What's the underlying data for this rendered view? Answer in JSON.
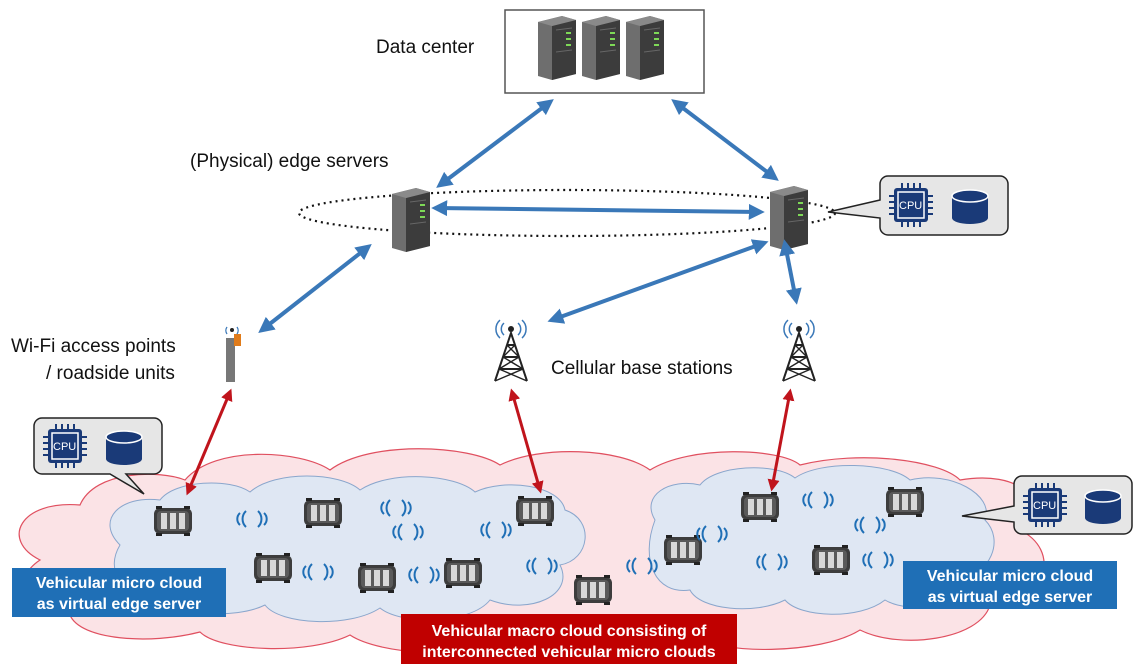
{
  "labels": {
    "data_center": "Data center",
    "edge_servers": "(Physical) edge servers",
    "wifi_line1": "Wi-Fi access points",
    "wifi_line2": "/ roadside units",
    "cellular": "Cellular base stations",
    "micro_left_line1": "Vehicular micro cloud",
    "micro_left_line2": "as virtual edge server",
    "micro_right_line1": "Vehicular micro cloud",
    "micro_right_line2": "as virtual edge server",
    "macro_line1": "Vehicular macro cloud consisting of",
    "macro_line2": "interconnected vehicular micro clouds",
    "cpu": "CPU"
  },
  "colors": {
    "blue_link": "#3a78b8",
    "red_link": "#c0141c",
    "micro_box": "#1f6fb6",
    "macro_box": "#c00000",
    "macro_cloud": "#fbe3e6",
    "micro_cloud": "#dfe7f3",
    "chip": "#1a3a78"
  },
  "icons": [
    "server-icon",
    "cell-tower-icon",
    "wifi-ap-icon",
    "car-icon",
    "cpu-icon",
    "database-icon",
    "wireless-signal-icon"
  ]
}
